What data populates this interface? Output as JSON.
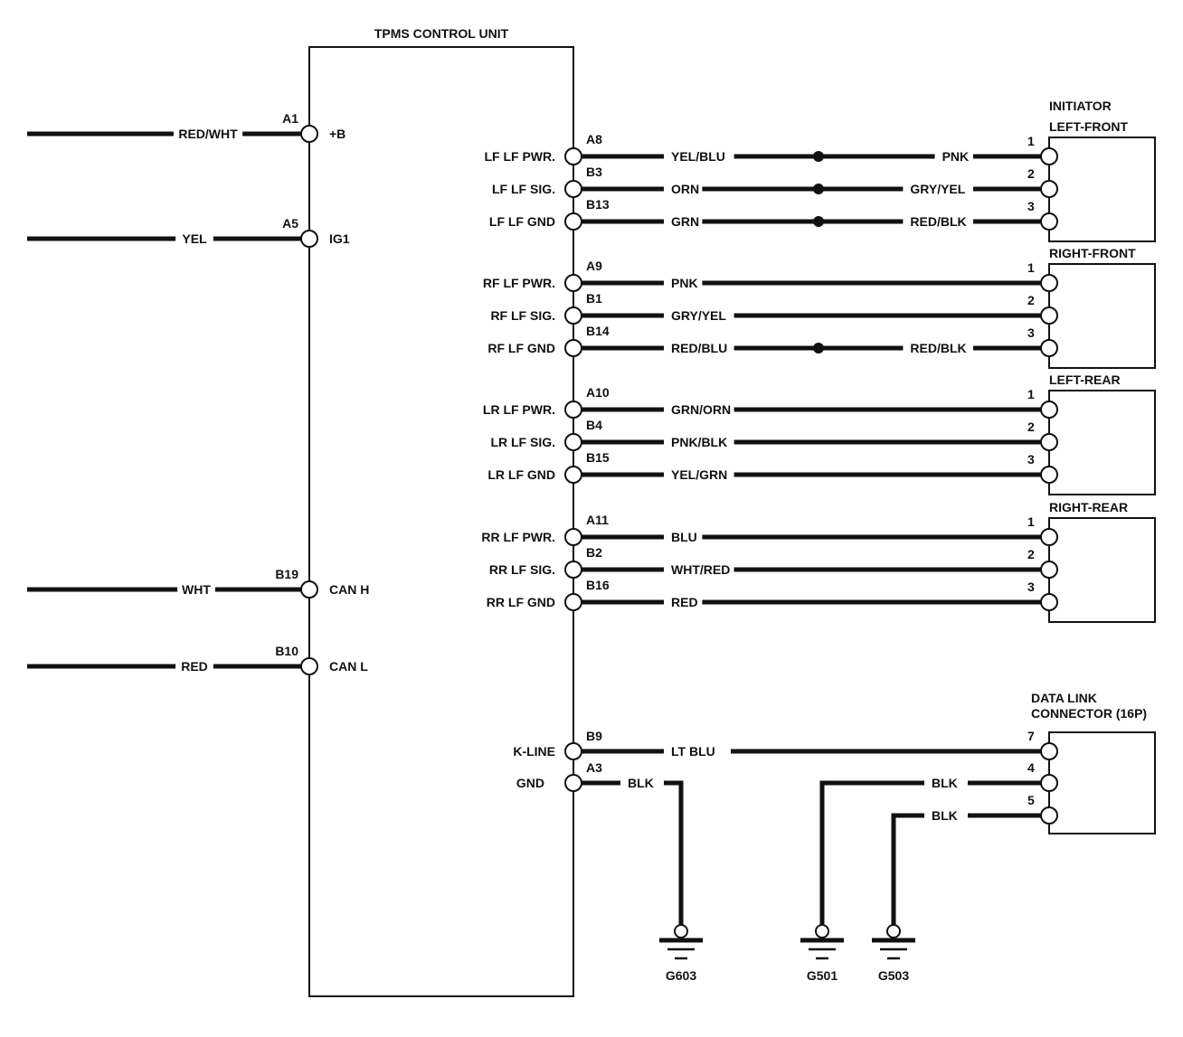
{
  "diagram": {
    "title": "TPMS CONTROL UNIT",
    "wire_color": "#111111",
    "background": "#ffffff",
    "left_circuits": [
      {
        "pin": "A1",
        "function": "+B",
        "wire": "RED/WHT"
      },
      {
        "pin": "A5",
        "function": "IG1",
        "wire": "YEL"
      },
      {
        "pin": "B19",
        "function": "CAN H",
        "wire": "WHT"
      },
      {
        "pin": "B10",
        "function": "CAN L",
        "wire": "RED"
      }
    ],
    "initiator_group_label": "INITIATOR",
    "initiators": [
      {
        "name": "LEFT-FRONT",
        "circuits": [
          {
            "function": "LF LF PWR.",
            "pin": "A8",
            "wire": "YEL/BLU",
            "splice": true,
            "wire_after_splice": "PNK",
            "term": "1"
          },
          {
            "function": "LF LF SIG.",
            "pin": "B3",
            "wire": "ORN",
            "splice": true,
            "wire_after_splice": "GRY/YEL",
            "term": "2"
          },
          {
            "function": "LF LF GND",
            "pin": "B13",
            "wire": "GRN",
            "splice": true,
            "wire_after_splice": "RED/BLK",
            "term": "3"
          }
        ]
      },
      {
        "name": "RIGHT-FRONT",
        "circuits": [
          {
            "function": "RF LF PWR.",
            "pin": "A9",
            "wire": "PNK",
            "splice": false,
            "wire_after_splice": "",
            "term": "1"
          },
          {
            "function": "RF LF SIG.",
            "pin": "B1",
            "wire": "GRY/YEL",
            "splice": false,
            "wire_after_splice": "",
            "term": "2"
          },
          {
            "function": "RF LF GND",
            "pin": "B14",
            "wire": "RED/BLU",
            "splice": true,
            "wire_after_splice": "RED/BLK",
            "term": "3"
          }
        ]
      },
      {
        "name": "LEFT-REAR",
        "circuits": [
          {
            "function": "LR LF PWR.",
            "pin": "A10",
            "wire": "GRN/ORN",
            "splice": false,
            "wire_after_splice": "",
            "term": "1"
          },
          {
            "function": "LR LF SIG.",
            "pin": "B4",
            "wire": "PNK/BLK",
            "splice": false,
            "wire_after_splice": "",
            "term": "2"
          },
          {
            "function": "LR LF GND",
            "pin": "B15",
            "wire": "YEL/GRN",
            "splice": false,
            "wire_after_splice": "",
            "term": "3"
          }
        ]
      },
      {
        "name": "RIGHT-REAR",
        "circuits": [
          {
            "function": "RR LF PWR.",
            "pin": "A11",
            "wire": "BLU",
            "splice": false,
            "wire_after_splice": "",
            "term": "1"
          },
          {
            "function": "RR LF SIG.",
            "pin": "B2",
            "wire": "WHT/RED",
            "splice": false,
            "wire_after_splice": "",
            "term": "2"
          },
          {
            "function": "RR LF GND",
            "pin": "B16",
            "wire": "RED",
            "splice": false,
            "wire_after_splice": "",
            "term": "3"
          }
        ]
      }
    ],
    "dlc": {
      "name_line1": "DATA LINK",
      "name_line2": "CONNECTOR (16P)",
      "k_line": {
        "function": "K-LINE",
        "pin": "B9",
        "wire": "LT BLU",
        "term": "7"
      },
      "ground_pins": [
        {
          "term": "4",
          "wire": "BLK",
          "ground": "G501"
        },
        {
          "term": "5",
          "wire": "BLK",
          "ground": "G503"
        }
      ]
    },
    "unit_ground": {
      "function": "GND",
      "pin": "A3",
      "wire": "BLK",
      "ground": "G603"
    }
  }
}
